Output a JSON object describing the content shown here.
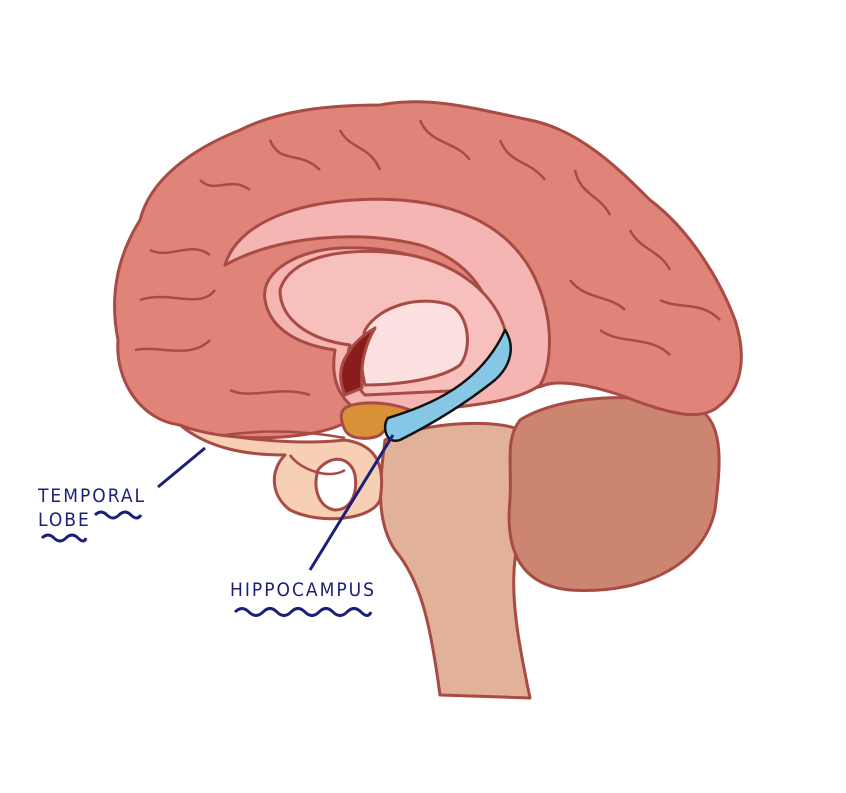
{
  "diagram": {
    "subject": "brain-sagittal-section",
    "labels": {
      "temporal_lobe": [
        "TEMPORAL",
        "LOBE"
      ],
      "hippocampus": "HIPPOCAMPUS"
    },
    "colors": {
      "cerebrum": "#e0847a",
      "outline": "#a84b44",
      "corpus_callosum": "#f5b6b3",
      "ventricle": "#fcdfdf",
      "temporal_lobe": "#f7cfb5",
      "brainstem": "#e1b299",
      "cerebellum": "#cb8571",
      "hippocampus": "#86c7e5",
      "amygdala": "#d99137",
      "thalamus_dark": "#8a1d1c",
      "label_ink": "#1b1f78"
    }
  }
}
